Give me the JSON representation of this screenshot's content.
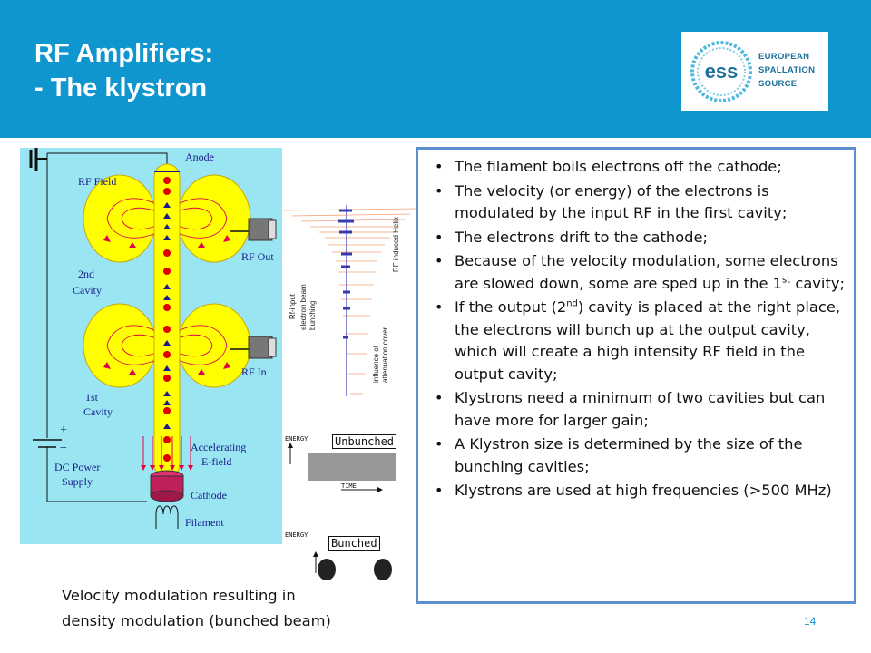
{
  "header": {
    "title_line1": "RF Amplifiers:",
    "title_line2": "- The klystron",
    "background_color": "#0f96cf"
  },
  "logo": {
    "mark": "ess",
    "line1": "EUROPEAN",
    "line2": "SPALLATION",
    "line3": "SOURCE",
    "color": "#1c6f9c"
  },
  "diagram": {
    "labels": {
      "anode": "Anode",
      "rf_field": "RF Field",
      "rf_out": "RF Out",
      "cavity2_a": "2nd",
      "cavity2_b": "Cavity",
      "rf_in": "RF In",
      "cavity1_a": "1st",
      "cavity1_b": "Cavity",
      "plus": "+",
      "minus": "−",
      "power_a": "DC Power",
      "power_b": "Supply",
      "accel_a": "Accelerating",
      "accel_b": "E-field",
      "cathode": "Cathode",
      "filament": "Filament"
    },
    "panel_color": "#99e6f2",
    "cavity_color": "#ffff00",
    "electron_color": "#e00000"
  },
  "helix": {
    "rf_input": "Rf-input",
    "electron_beam_bunching_a": "electron beam",
    "electron_beam_bunching_b": "bunching",
    "attenuation_a": "influence of",
    "attenuation_b": "attenuation cover",
    "rf_induced_helix": "RF induced Helix",
    "energy_1": "ENERGY",
    "unbunched": "Unbunched",
    "time": "TIME",
    "energy_2": "ENERGY",
    "bunched": "Bunched"
  },
  "bullets": [
    "The filament boils electrons off the cathode;",
    "The velocity (or energy) of the electrons is modulated by the input RF in the first cavity;",
    "The electrons drift to the cathode;",
    "Because of the velocity modulation, some electrons are slowed down, some are sped up in the 1st cavity;",
    "If the output (2nd) cavity is placed at the right place, the electrons will bunch up at the output cavity, which will create a high intensity RF field in the output cavity;",
    "Klystrons need a minimum of two cavities but can have more for larger gain;",
    "A Klystron size is determined by the size of the bunching cavities;",
    "Klystrons are used at high frequencies (>500 MHz)"
  ],
  "bullet_parts": {
    "b4_pre": "Because of the velocity modulation, some electrons are slowed down, some are sped up in the 1",
    "b4_sup": "st",
    "b4_post": " cavity;",
    "b5_pre": "If the output (2",
    "b5_sup": "nd",
    "b5_post": ") cavity is placed at the right place, the electrons will bunch up at the output cavity, which will create a high intensity RF field in the output cavity;"
  },
  "caption": {
    "line1": "Velocity modulation resulting in",
    "line2": "density modulation (bunched beam)"
  },
  "page_number": "14"
}
